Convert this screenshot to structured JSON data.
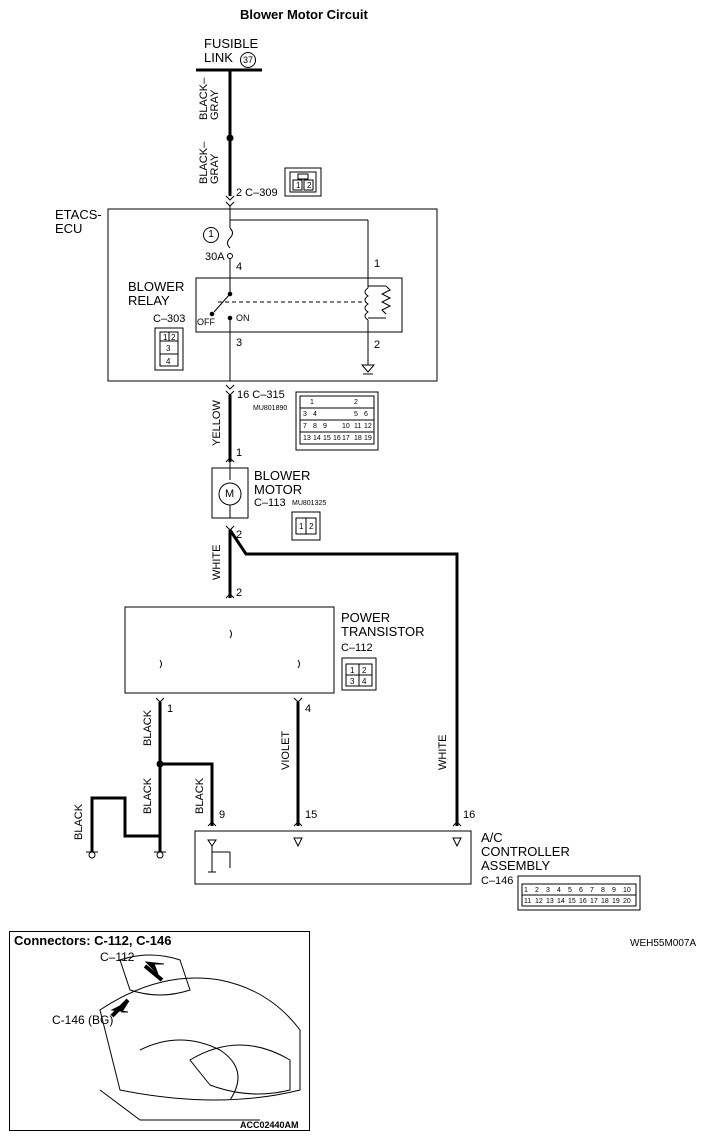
{
  "title": "Blower Motor Circuit",
  "fusible_link": {
    "line1": "FUSIBLE",
    "line2": "LINK",
    "number": "37"
  },
  "wires": {
    "black_gray_1": "BLACK–\nGRAY",
    "black_gray_2": "BLACK–\nGRAY",
    "yellow": "YELLOW",
    "white_motor": "WHITE",
    "black_pt": "BLACK",
    "black_gnd1": "BLACK",
    "black_gnd2": "BLACK",
    "black_pin9": "BLACK",
    "violet": "VIOLET",
    "white_ac": "WHITE"
  },
  "connectors": {
    "c309": "2 C–309",
    "c303": "C–303",
    "c315": "16 C–315",
    "c315_part": "MU801890",
    "c113": "C–113",
    "c113_part": "MU801325",
    "c112": "C–112",
    "c146": "C–146"
  },
  "etacs": {
    "line1": "ETACS-",
    "line2": "ECU"
  },
  "relay": {
    "line1": "BLOWER",
    "line2": "RELAY",
    "off": "OFF",
    "on": "ON"
  },
  "fuse": {
    "number": "1",
    "rating": "30A"
  },
  "motor": {
    "line1": "BLOWER",
    "line2": "MOTOR",
    "symbol": "M"
  },
  "power_transistor": {
    "line1": "POWER",
    "line2": "TRANSISTOR"
  },
  "ac_controller": {
    "line1": "A/C",
    "line2": "CONTROLLER",
    "line3": "ASSEMBLY"
  },
  "pins": {
    "p4": "4",
    "p1r": "1",
    "p3": "3",
    "p2r": "2",
    "m1": "1",
    "m2": "2",
    "pt2": "2",
    "pt1": "1",
    "pt4": "4",
    "ac9": "9",
    "ac15": "15",
    "ac16": "16"
  },
  "connector_faces": {
    "c309": [
      "1",
      "2"
    ],
    "c303": [
      "1",
      "2",
      "3",
      "4"
    ],
    "c315": [
      "1",
      "2",
      "3",
      "4",
      "5",
      "6",
      "7",
      "8",
      "9",
      "10",
      "11",
      "12",
      "13",
      "14",
      "15",
      "16",
      "17",
      "18",
      "19"
    ],
    "c113": [
      "1",
      "2"
    ],
    "c112": [
      "1",
      "2",
      "3",
      "4"
    ],
    "c146": [
      "1",
      "2",
      "3",
      "4",
      "5",
      "6",
      "7",
      "8",
      "9",
      "10",
      "11",
      "12",
      "13",
      "14",
      "15",
      "16",
      "17",
      "18",
      "19",
      "20"
    ]
  },
  "diagram_code": "WEH55M007A",
  "location": {
    "title": "Connectors: C-112, C-146",
    "callout1": "C–112",
    "callout2": "C-146 (BG)",
    "code": "ACC02440AM"
  }
}
